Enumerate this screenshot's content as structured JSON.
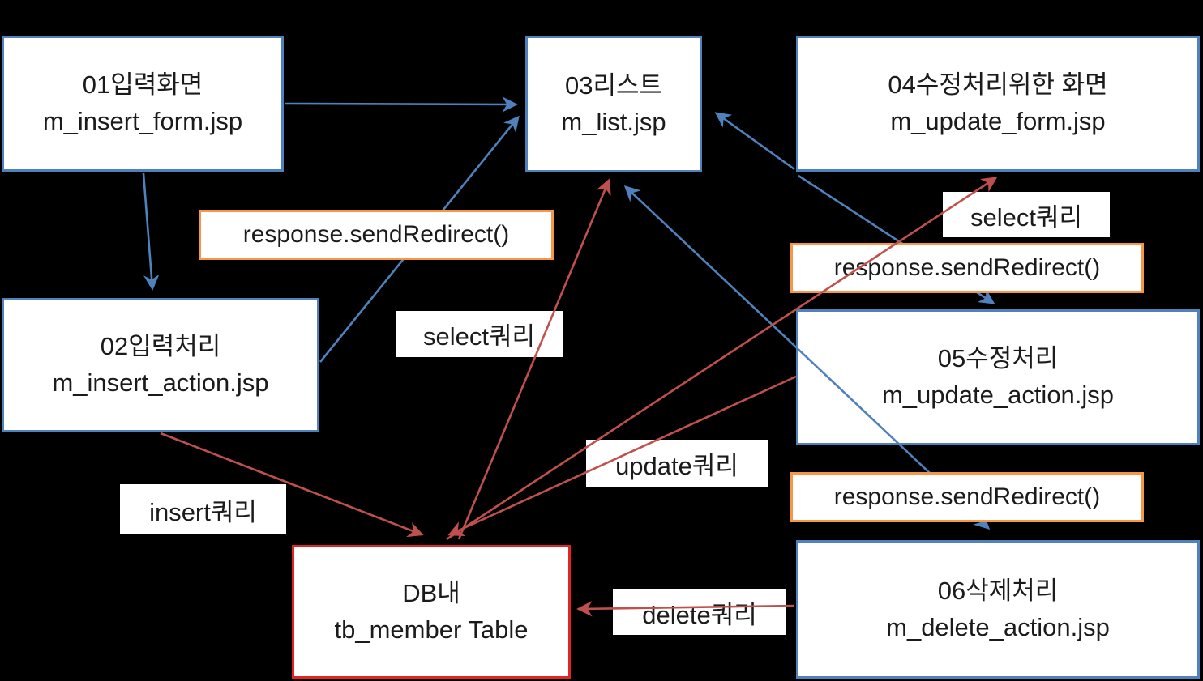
{
  "diagram": {
    "boxes": {
      "b01": {
        "title": "01입력화면",
        "file": "m_insert_form.jsp"
      },
      "b02": {
        "title": "02입력처리",
        "file": "m_insert_action.jsp"
      },
      "b03": {
        "title": "03리스트",
        "file": "m_list.jsp"
      },
      "b04": {
        "title": "04수정처리위한 화면",
        "file": "m_update_form.jsp"
      },
      "b05": {
        "title": "05수정처리",
        "file": "m_update_action.jsp"
      },
      "b06": {
        "title": "06삭제처리",
        "file": "m_delete_action.jsp"
      },
      "db": {
        "title": "DB내",
        "file": "tb_member Table"
      }
    },
    "labels": {
      "redirect_insert": "response.sendRedirect()",
      "redirect_update": "response.sendRedirect()",
      "redirect_delete": "response.sendRedirect()",
      "select_query_list": "select쿼리",
      "select_query_form": "select쿼리",
      "insert_query": "insert쿼리",
      "update_query": "update쿼리",
      "delete_query": "delete쿼리"
    },
    "colors": {
      "blue": "#4f81bd",
      "red": "#c0504d",
      "orange": "#f79646",
      "dbred": "#e32421"
    }
  }
}
